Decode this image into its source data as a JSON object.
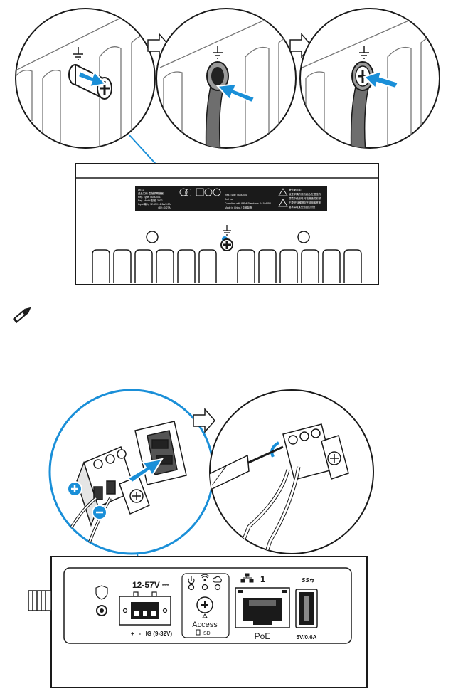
{
  "figure1": {
    "label_lines": [
      "DELL",
      "產品名稱: 智慧調閘道器",
      "Reg. Type: N03G001",
      "Reg. Model 型號: 3002",
      "Input 輸入: 12-57V⎓1.5A/0.3A",
      "48V⎓0.27A"
    ],
    "compliance_lines": [
      "Reg. Type: N03G001",
      "Dell Inc.",
      "Compliant with IMDA Standards DA104650",
      "Made in China / 中國製造"
    ],
    "warning_lines": [
      "警告使用者:",
      "這是甲類的資訊產品,在居住的",
      "環境中使用時,可能會造成射頻",
      "干擾,在這種情況下使用者會被",
      "要求採取某些適當的對策"
    ]
  },
  "figure2": {
    "note_icon": "note-pencil-icon",
    "connector_label": "12-57V ⎓",
    "pin_labels": "+   -   IG (9-32V)",
    "status_icons": [
      "power-icon",
      "wireless-icon",
      "cloud-icon"
    ],
    "access_label": "Access",
    "sd_label": "SD",
    "port_number": "1",
    "poe_label": "PoE",
    "usb_label": "SS⇆",
    "usb_rating": "5V/0.6A"
  },
  "colors": {
    "accent": "#1a8fd8",
    "line": "#1a1a1a",
    "arrow": "#ffffff"
  }
}
